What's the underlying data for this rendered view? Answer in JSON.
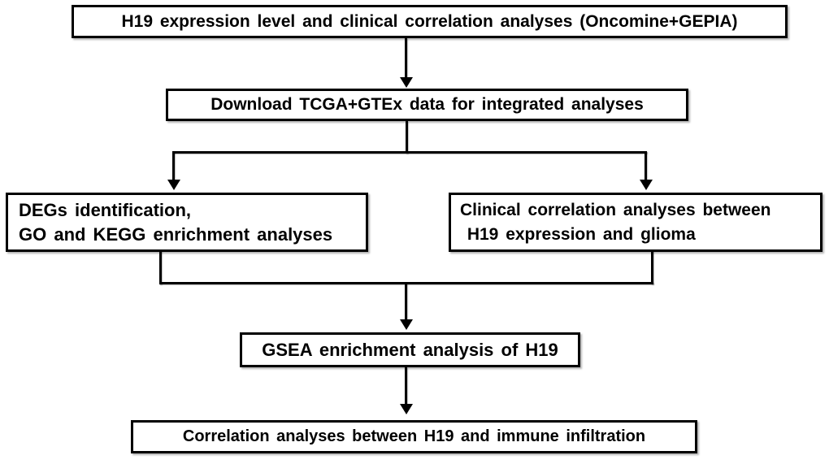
{
  "figure": {
    "type": "flowchart",
    "colors": {
      "background": "#ffffff",
      "box_border": "#000000",
      "line": "#000000",
      "text": "#000000"
    },
    "boxes": [
      {
        "id": "box-oncomine",
        "label": "H19 expression level and clinical correlation analyses (Oncomine+GEPIA)"
      },
      {
        "id": "box-download",
        "label": "Download TCGA+GTEx data for integrated analyses"
      },
      {
        "id": "box-degs",
        "label": "DEGs identification,\nGO and KEGG enrichment analyses"
      },
      {
        "id": "box-clinical",
        "label": "Clinical correlation analyses between\n H19 expression and glioma"
      },
      {
        "id": "box-gsea",
        "label": "GSEA enrichment analysis of H19"
      },
      {
        "id": "box-immune",
        "label": "Correlation analyses between H19 and immune infiltration"
      }
    ],
    "connections": [
      {
        "from": "box-oncomine",
        "to": "box-download",
        "type": "arrow"
      },
      {
        "from": "box-download",
        "to": "box-degs",
        "type": "arrow"
      },
      {
        "from": "box-download",
        "to": "box-clinical",
        "type": "arrow"
      },
      {
        "from": "box-degs",
        "to": "box-gsea",
        "type": "arrow"
      },
      {
        "from": "box-clinical",
        "to": "box-gsea",
        "type": "arrow"
      },
      {
        "from": "box-gsea",
        "to": "box-immune",
        "type": "arrow"
      }
    ]
  }
}
